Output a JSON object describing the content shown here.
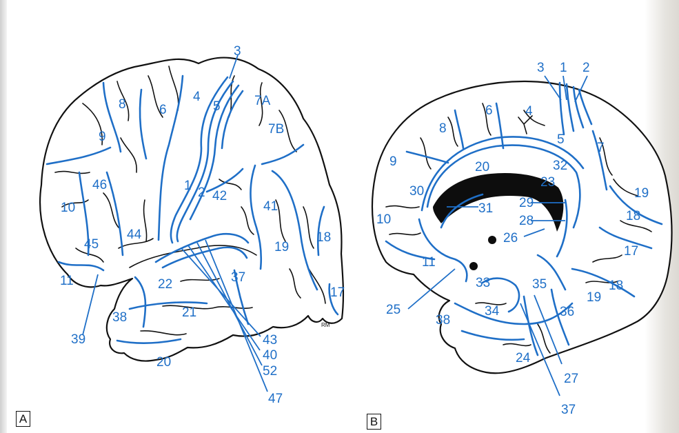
{
  "panels": {
    "lateral": {
      "tag": "A",
      "areas": [
        "1",
        "2",
        "3",
        "4",
        "5",
        "6",
        "7A",
        "7B",
        "8",
        "9",
        "10",
        "11",
        "17",
        "18",
        "19",
        "20",
        "21",
        "22",
        "37",
        "38",
        "39",
        "40",
        "41",
        "42",
        "43",
        "44",
        "45",
        "46",
        "47",
        "52"
      ]
    },
    "medial": {
      "tag": "B",
      "areas": [
        "1",
        "2",
        "3",
        "4",
        "5",
        "6",
        "7",
        "8",
        "9",
        "10",
        "11",
        "17",
        "18",
        "19",
        "20",
        "23",
        "24",
        "25",
        "26",
        "27",
        "28",
        "29",
        "30",
        "31",
        "32",
        "33",
        "34",
        "35",
        "36",
        "37",
        "38"
      ]
    }
  },
  "artist_mark": "RM",
  "colors": {
    "area_border": "#1f6fc7",
    "sulcus_line": "#111111",
    "ventricle": "#0d0d0d"
  }
}
